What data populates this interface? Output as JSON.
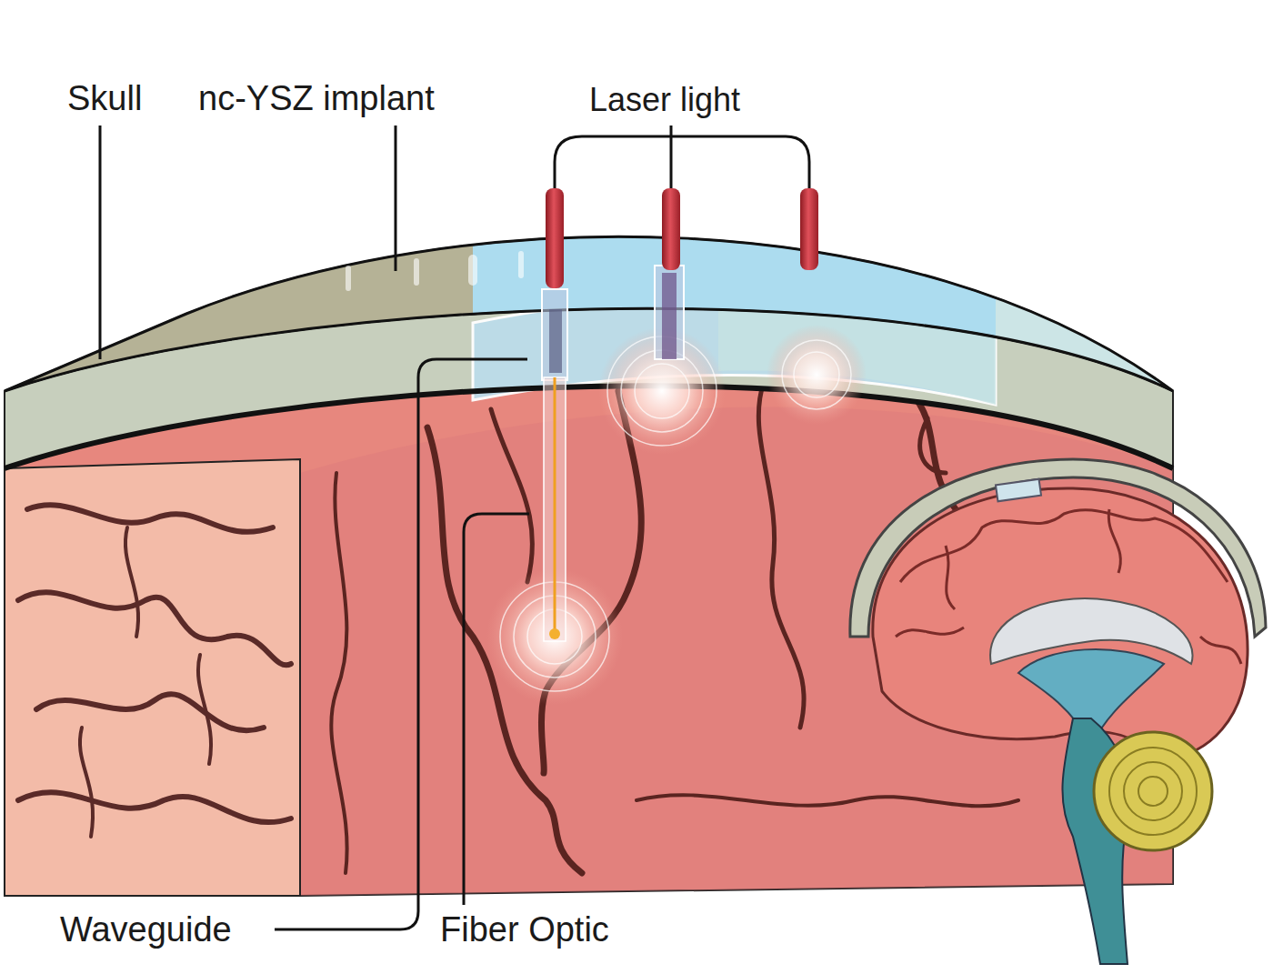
{
  "diagram": {
    "labels": [
      "Skull",
      "nc-YSZ implant",
      "Laser light",
      "Waveguide",
      "Fiber Optic"
    ]
  }
}
